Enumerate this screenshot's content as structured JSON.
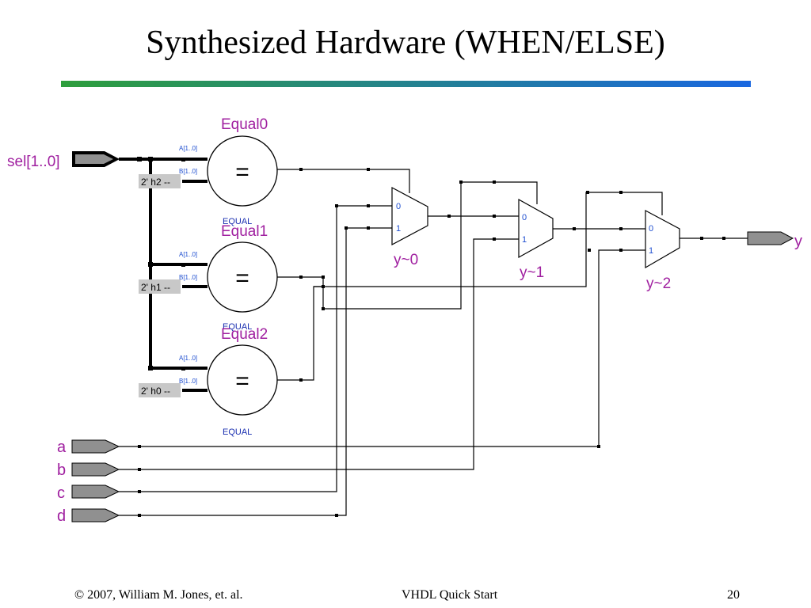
{
  "slide": {
    "title": "Synthesized Hardware (WHEN/ELSE)",
    "rule_colors": [
      "#2e9e3c",
      "#1a67e0"
    ]
  },
  "schematic": {
    "sel_label": "sel[1..0]",
    "equal_blocks": [
      {
        "name": "Equal0",
        "constant": "2' h2 --",
        "symbol": "=",
        "type_label": "EQUAL",
        "port_a": "A[1..0]",
        "port_b": "B[1..0]"
      },
      {
        "name": "Equal1",
        "constant": "2' h1 --",
        "symbol": "=",
        "type_label": "EQUAL",
        "port_a": "A[1..0]",
        "port_b": "B[1..0]"
      },
      {
        "name": "Equal2",
        "constant": "2' h0 --",
        "symbol": "=",
        "type_label": "EQUAL",
        "port_a": "A[1..0]",
        "port_b": "B[1..0]"
      }
    ],
    "muxes": [
      {
        "name": "y~0",
        "in0": "0",
        "in1": "1"
      },
      {
        "name": "y~1",
        "in0": "0",
        "in1": "1"
      },
      {
        "name": "y~2",
        "in0": "0",
        "in1": "1"
      }
    ],
    "inputs": [
      "a",
      "b",
      "c",
      "d"
    ],
    "output": "y",
    "colors": {
      "label": "#a020a0",
      "port": "#1f4fd0",
      "equal_text": "#1a2fb0",
      "pin": "#909090",
      "wire": "#000000"
    }
  },
  "footer": {
    "left": "© 2007, William M. Jones, et. al.",
    "center": "VHDL Quick Start",
    "right": "20"
  }
}
